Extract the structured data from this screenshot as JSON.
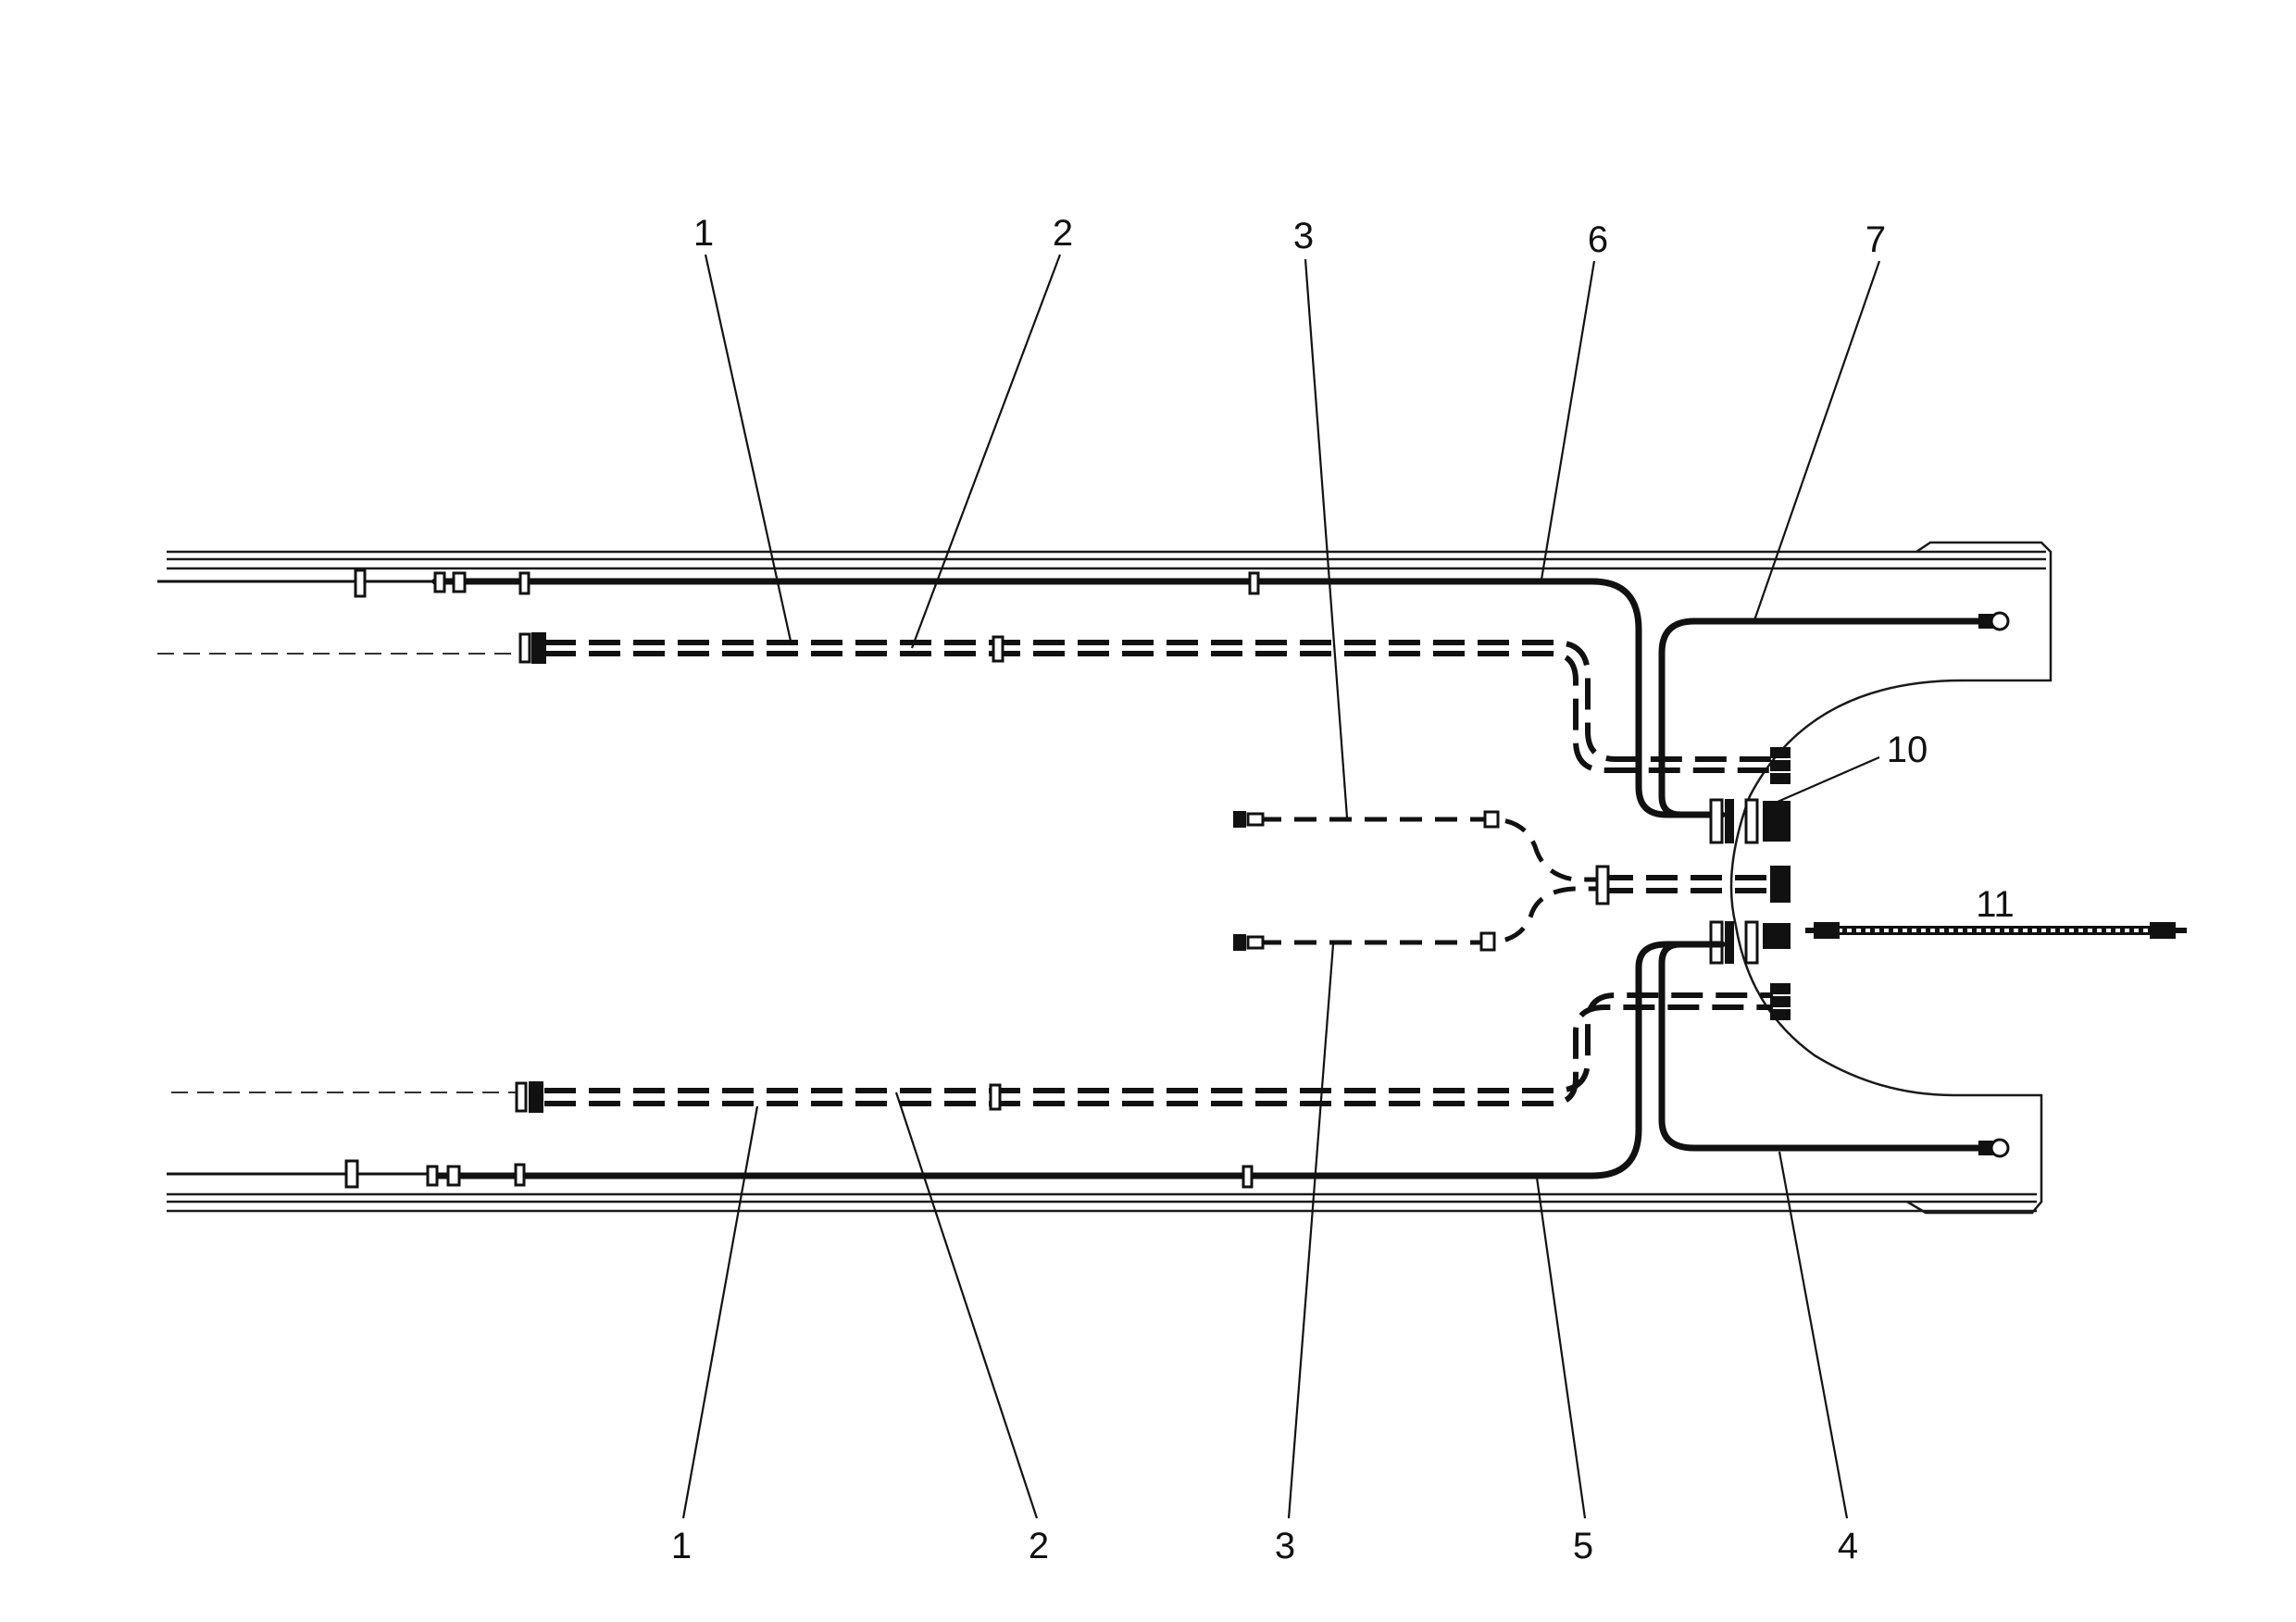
{
  "diagram": {
    "callouts_top": [
      {
        "id": "c-top-1",
        "label": "1"
      },
      {
        "id": "c-top-2",
        "label": "2"
      },
      {
        "id": "c-top-3",
        "label": "3"
      },
      {
        "id": "c-top-6",
        "label": "6"
      },
      {
        "id": "c-top-7",
        "label": "7"
      }
    ],
    "callouts_right": [
      {
        "id": "c-right-10",
        "label": "10"
      },
      {
        "id": "c-right-11",
        "label": "11"
      }
    ],
    "callouts_bottom": [
      {
        "id": "c-bot-1",
        "label": "1"
      },
      {
        "id": "c-bot-2",
        "label": "2"
      },
      {
        "id": "c-bot-3",
        "label": "3"
      },
      {
        "id": "c-bot-5",
        "label": "5"
      },
      {
        "id": "c-bot-4",
        "label": "4"
      }
    ]
  }
}
